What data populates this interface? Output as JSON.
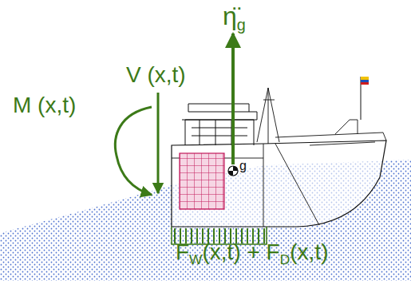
{
  "diagram": {
    "labels": [
      "η̈",
      "g",
      "V (x,t)",
      "M (x,t)",
      "g",
      "F",
      "W",
      "(x,t) + F",
      "D",
      "(x,t)"
    ]
  }
}
